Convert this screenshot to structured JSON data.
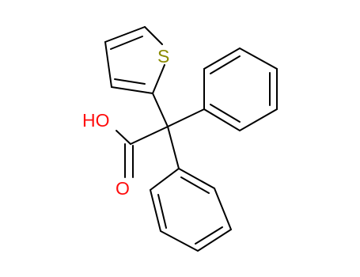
{
  "molecule": {
    "atom_labels": {
      "sulfur": "S",
      "hydroxyl": "HO",
      "carbonyl_oxygen": "O"
    },
    "colors": {
      "bond": "#000000",
      "sulfur": "#8a8a00",
      "oxygen": "#ff0d0d"
    }
  }
}
